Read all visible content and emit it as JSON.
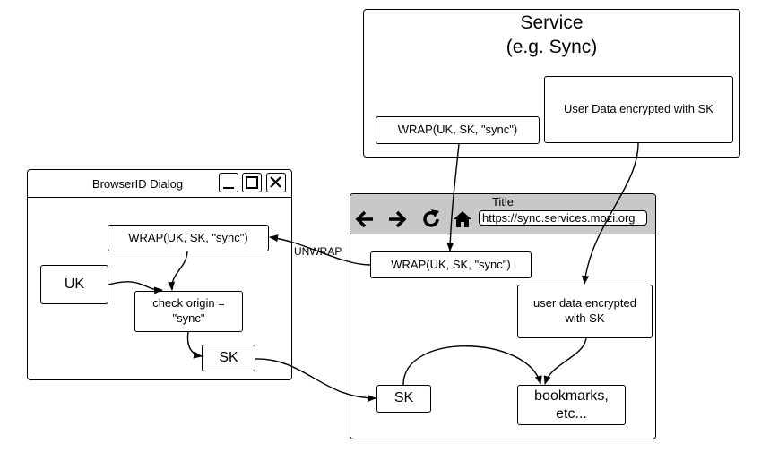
{
  "service": {
    "title_line1": "Service",
    "title_line2": "(e.g. Sync)",
    "wrap_box": "WRAP(UK, SK, \"sync\")",
    "user_data_box": "User Data encrypted with SK"
  },
  "browserid_dialog": {
    "title": "BrowserID Dialog",
    "wrap_box": "WRAP(UK, SK, \"sync\")",
    "uk_box": "UK",
    "check_origin_line1": "check origin =",
    "check_origin_line2": "\"sync\"",
    "sk_box": "SK"
  },
  "browser_window": {
    "title": "Title",
    "url": "https://sync.services.mozi.org",
    "wrap_box": "WRAP(UK, SK, \"sync\")",
    "user_data_line1": "user data encrypted",
    "user_data_line2": "with SK",
    "sk_box": "SK",
    "bookmarks_line1": "bookmarks,",
    "bookmarks_line2": "etc..."
  },
  "edge_labels": {
    "unwrap": "UNWRAP"
  },
  "icons": [
    "minimize-icon",
    "maximize-icon",
    "close-icon",
    "back-arrow-icon",
    "forward-arrow-icon",
    "reload-icon",
    "home-icon"
  ]
}
